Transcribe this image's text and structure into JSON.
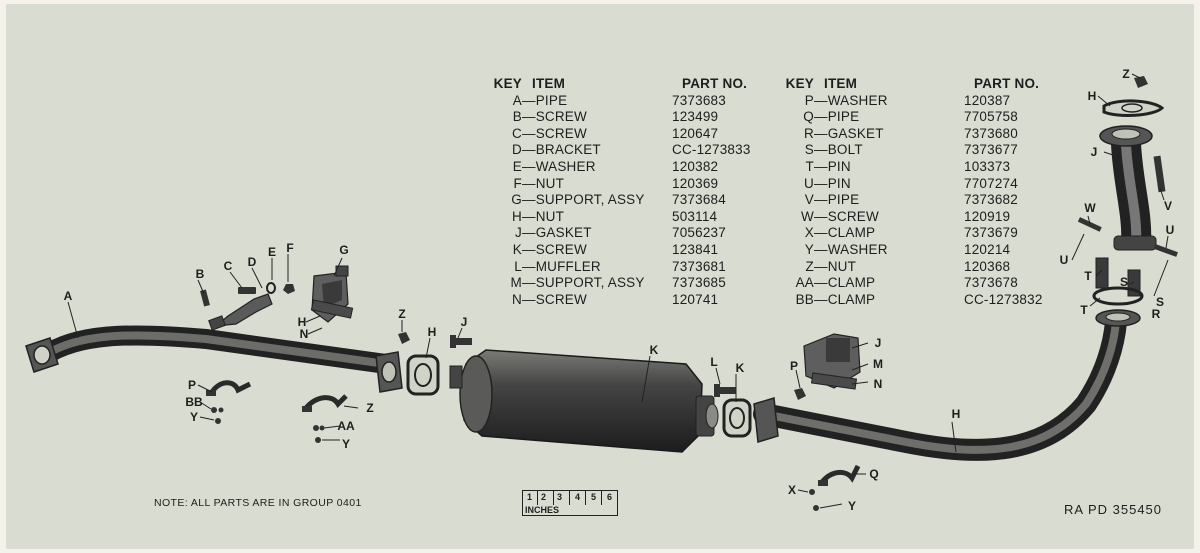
{
  "parts_table": {
    "headers": {
      "key": "KEY",
      "item": "ITEM",
      "part_no": "PART NO."
    },
    "left_column": [
      {
        "key": "A",
        "item": "PIPE",
        "part_no": "7373683"
      },
      {
        "key": "B",
        "item": "SCREW",
        "part_no": "123499"
      },
      {
        "key": "C",
        "item": "SCREW",
        "part_no": "120647"
      },
      {
        "key": "D",
        "item": "BRACKET",
        "part_no": "CC-1273833"
      },
      {
        "key": "E",
        "item": "WASHER",
        "part_no": "120382"
      },
      {
        "key": "F",
        "item": "NUT",
        "part_no": "120369"
      },
      {
        "key": "G",
        "item": "SUPPORT, ASSY",
        "part_no": "7373684"
      },
      {
        "key": "H",
        "item": "NUT",
        "part_no": "503114"
      },
      {
        "key": "J",
        "item": "GASKET",
        "part_no": "7056237"
      },
      {
        "key": "K",
        "item": "SCREW",
        "part_no": "123841"
      },
      {
        "key": "L",
        "item": "MUFFLER",
        "part_no": "7373681"
      },
      {
        "key": "M",
        "item": "SUPPORT, ASSY",
        "part_no": "7373685"
      },
      {
        "key": "N",
        "item": "SCREW",
        "part_no": "120741"
      }
    ],
    "right_column": [
      {
        "key": "P",
        "item": "WASHER",
        "part_no": "120387"
      },
      {
        "key": "Q",
        "item": "PIPE",
        "part_no": "7705758"
      },
      {
        "key": "R",
        "item": "GASKET",
        "part_no": "7373680"
      },
      {
        "key": "S",
        "item": "BOLT",
        "part_no": "7373677"
      },
      {
        "key": "T",
        "item": "PIN",
        "part_no": "103373"
      },
      {
        "key": "U",
        "item": "PIN",
        "part_no": "7707274"
      },
      {
        "key": "V",
        "item": "PIPE",
        "part_no": "7373682"
      },
      {
        "key": "W",
        "item": "SCREW",
        "part_no": "120919"
      },
      {
        "key": "X",
        "item": "CLAMP",
        "part_no": "7373679"
      },
      {
        "key": "Y",
        "item": "WASHER",
        "part_no": "120214"
      },
      {
        "key": "Z",
        "item": "NUT",
        "part_no": "120368"
      },
      {
        "key": "AA",
        "item": "CLAMP",
        "part_no": "7373678"
      },
      {
        "key": "BB",
        "item": "CLAMP",
        "part_no": "CC-1273832"
      }
    ]
  },
  "callouts": [
    "A",
    "B",
    "C",
    "D",
    "E",
    "F",
    "G",
    "H",
    "N",
    "P",
    "BB",
    "Y",
    "Z",
    "AA",
    "Y",
    "Z",
    "H",
    "J",
    "K",
    "L",
    "K",
    "J",
    "M",
    "N",
    "P",
    "H",
    "Q",
    "X",
    "Y",
    "Z",
    "H",
    "J",
    "V",
    "W",
    "U",
    "U",
    "T",
    "S",
    "S",
    "T",
    "R"
  ],
  "note": "NOTE: ALL PARTS ARE IN GROUP 0401",
  "figure_ref": "RA PD 355450",
  "ruler": {
    "numbers": [
      "1",
      "2",
      "3",
      "4",
      "5",
      "6"
    ],
    "unit": "INCHES"
  },
  "colors": {
    "paper": "#d9dcd0",
    "ink": "#1e1e1e",
    "part_fill": "#4a4a4a"
  }
}
